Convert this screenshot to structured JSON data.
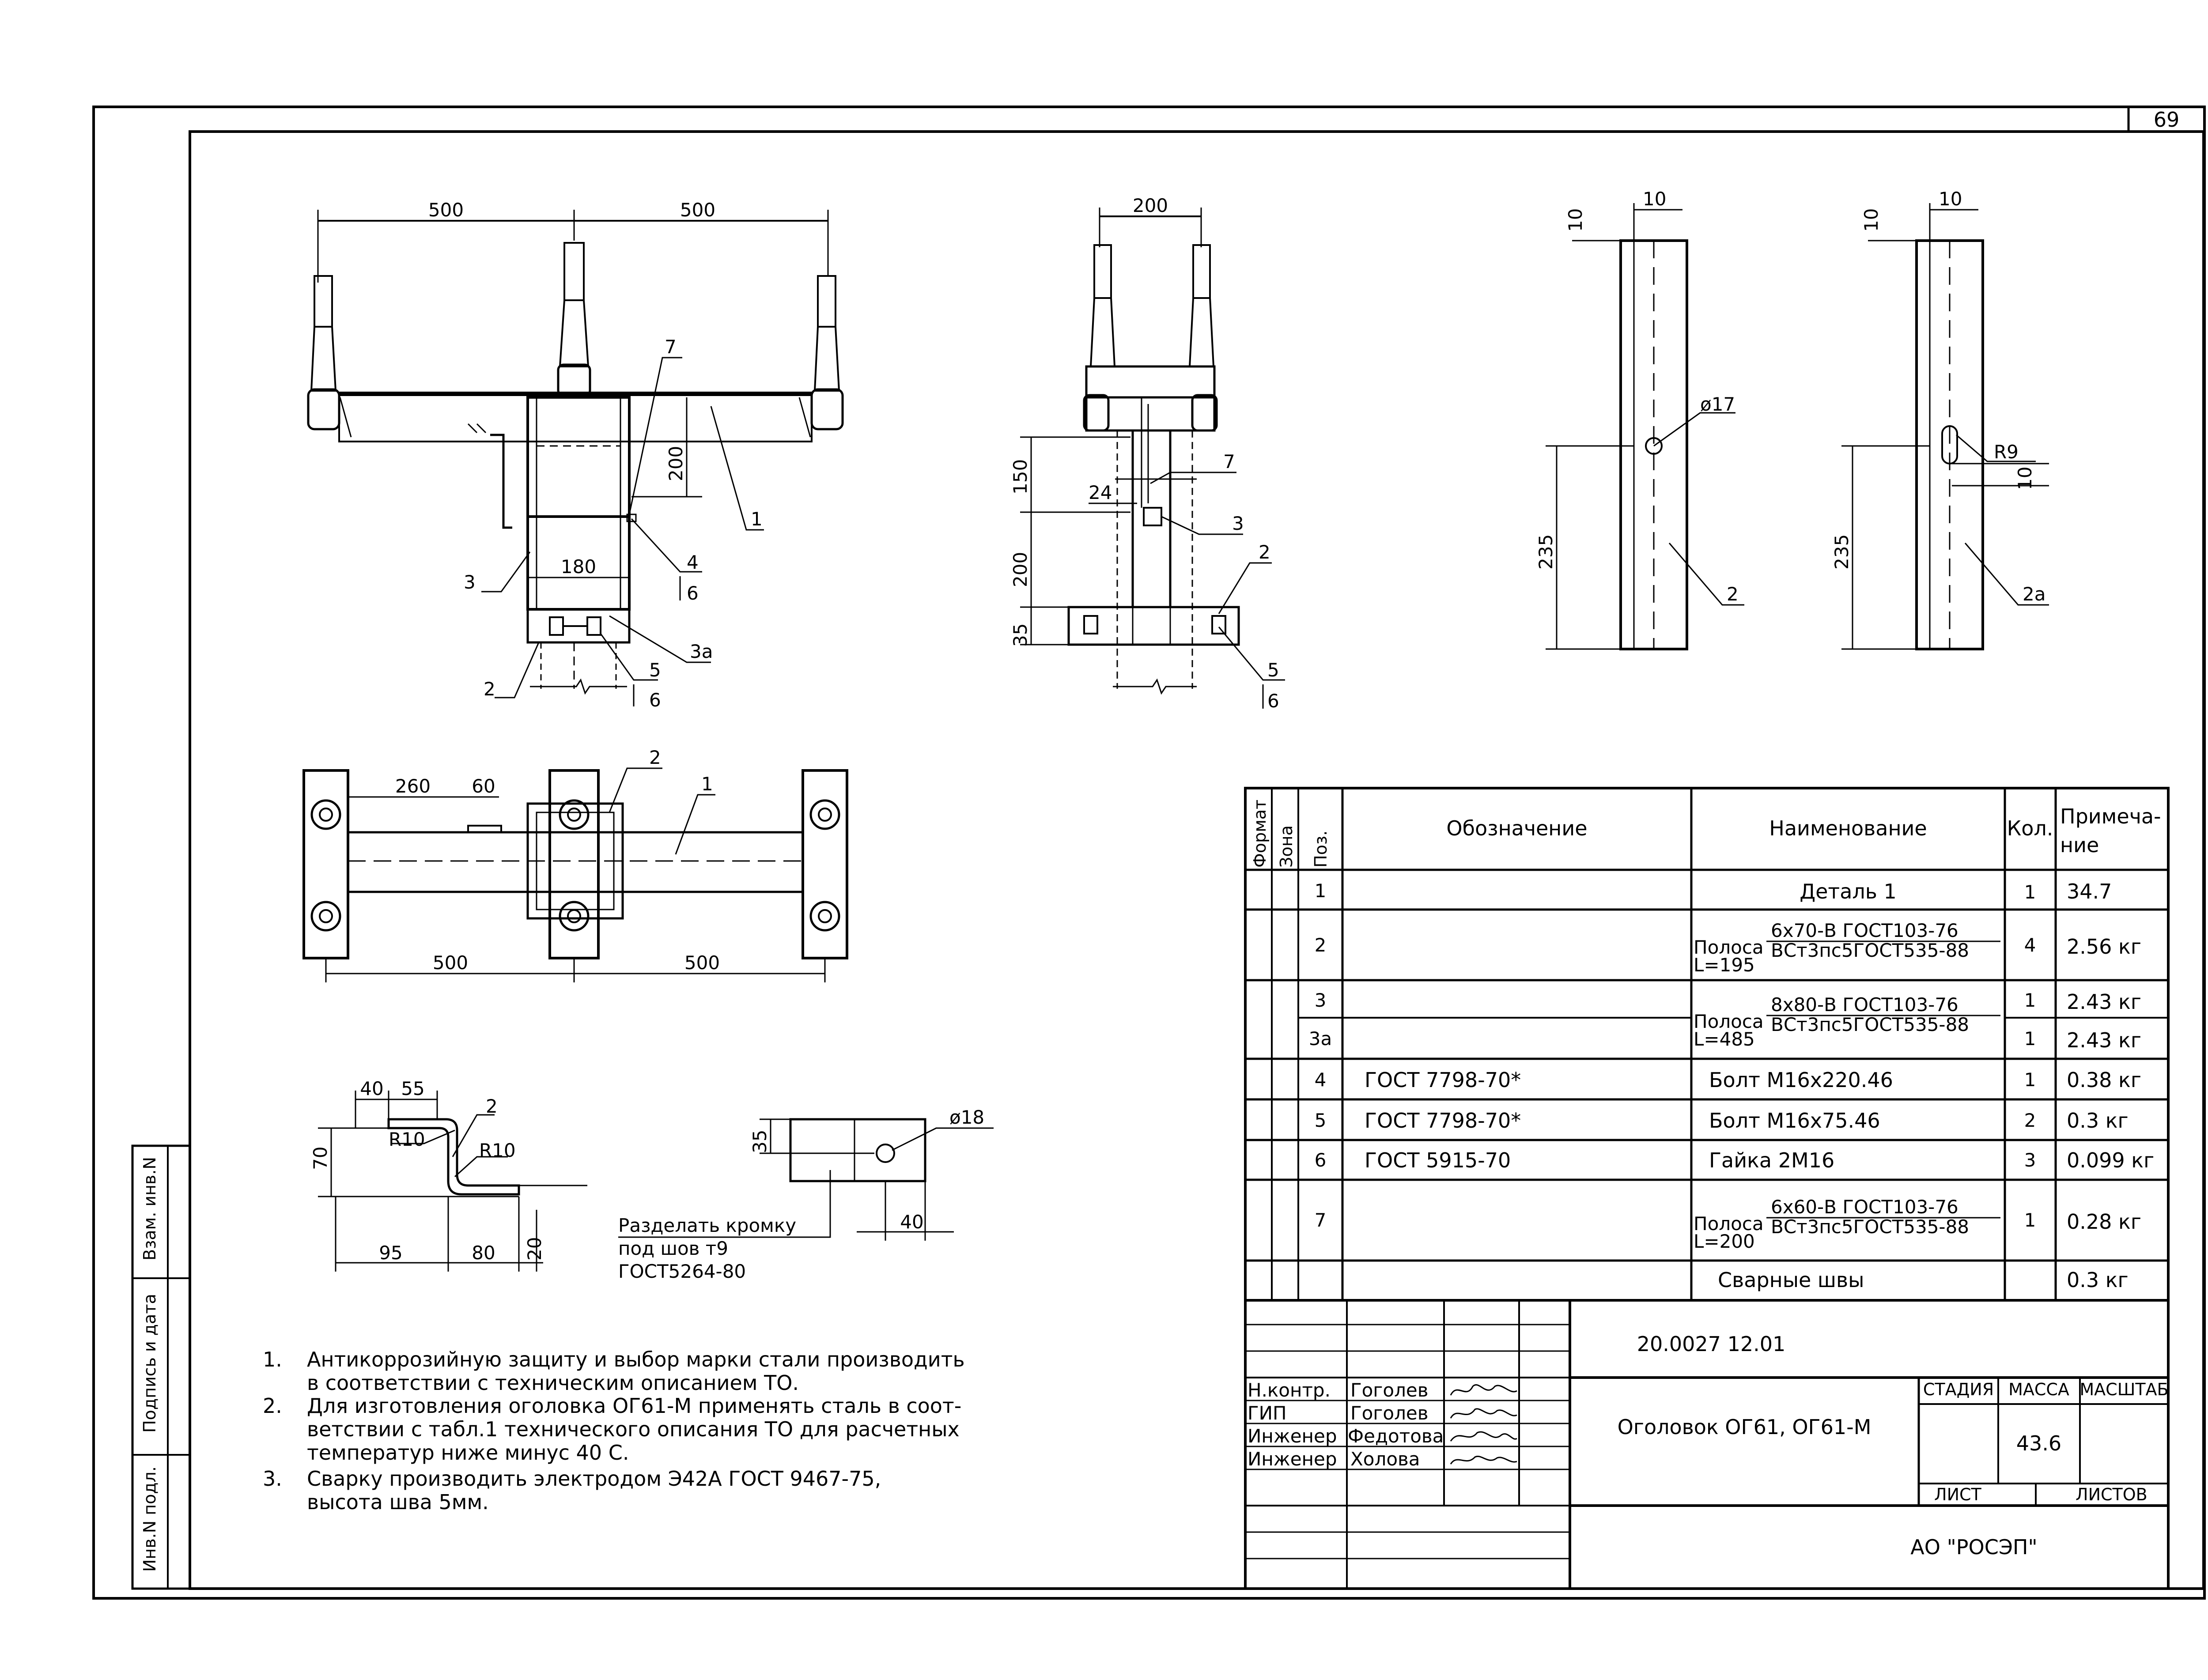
{
  "page_number": "69",
  "views": {
    "front": {
      "dim_500_left": "500",
      "dim_500_right": "500",
      "dim_200": "200",
      "dim_180": "180",
      "leaders": [
        "7",
        "1",
        "4",
        "6",
        "3",
        "3а",
        "2",
        "5",
        "6"
      ]
    },
    "side": {
      "dim_200": "200",
      "dim_150": "150",
      "dim_24": "24",
      "dim_200_lower": "200",
      "dim_35": "35",
      "leaders": [
        "7",
        "3",
        "2",
        "5",
        "6"
      ]
    },
    "part2": {
      "dim_10_top": "10",
      "dim_10_left": "10",
      "hole": "ø17",
      "dim_235": "235",
      "label": "2"
    },
    "part2a": {
      "dim_10_top": "10",
      "dim_10_left": "10",
      "slot": "R9",
      "dim_10_slot": "10",
      "dim_235": "235",
      "label": "2а"
    },
    "plan": {
      "dim_260": "260",
      "dim_60": "60",
      "dim_500_left": "500",
      "dim_500_right": "500",
      "leaders": [
        "2",
        "1"
      ]
    },
    "bend": {
      "dim_40": "40",
      "dim_55": "55",
      "dim_70": "70",
      "r1": "R10",
      "r2": "R10",
      "dim_95": "95",
      "dim_80": "80",
      "dim_20": "20",
      "label": "2"
    },
    "plate": {
      "dim_35": "35",
      "hole": "ø18",
      "dim_40": "40",
      "note_lines": [
        "Разделать кромку",
        "под шов т9",
        "ГОСТ5264-80"
      ]
    }
  },
  "notes": [
    {
      "num": "1.",
      "lines": [
        "Антикоррозийную защиту и выбор марки стали производить",
        "в соответствии с техническим описанием ТО."
      ]
    },
    {
      "num": "2.",
      "lines": [
        "Для изготовления оголовка ОГ61-М применять сталь в соот-",
        "ветствии с табл.1 технического описания ТО для расчетных",
        "температур ниже минус 40 С."
      ]
    },
    {
      "num": "3.",
      "lines": [
        "Сварку производить электродом Э42А ГОСТ 9467-75,",
        "высота шва 5мм."
      ]
    }
  ],
  "side_stamp": [
    "Взам. инв.N",
    "Подпись и дата",
    "Инв.N подл."
  ],
  "spec": {
    "headers": [
      "Формат",
      "Зона",
      "Поз.",
      "Обозначение",
      "Наименование",
      "Кол.",
      "Примеча-",
      "ние"
    ],
    "rows": [
      {
        "poz": "1",
        "oboz": "",
        "name": "Деталь 1",
        "kol": "1",
        "prim": "34.7"
      },
      {
        "poz": "2",
        "oboz": "",
        "name_top": "6х70-В ГОСТ103-76",
        "name_bot": "ВСт3пс5ГОСТ535-88",
        "name_pre": "Полоса",
        "name_len": "L=195",
        "kol": "4",
        "prim": "2.56 кг"
      },
      {
        "poz": "3",
        "oboz": "",
        "kol": "1",
        "prim": "2.43 кг"
      },
      {
        "poz": "3а",
        "oboz": "",
        "kol": "1",
        "prim": "2.43 кг"
      },
      {
        "poz": "4",
        "oboz": "ГОСТ 7798-70*",
        "name": "Болт М16х220.46",
        "kol": "1",
        "prim": "0.38 кг"
      },
      {
        "poz": "5",
        "oboz": "ГОСТ 7798-70*",
        "name": "Болт М16х75.46",
        "kol": "2",
        "prim": "0.3 кг"
      },
      {
        "poz": "6",
        "oboz": "ГОСТ 5915-70",
        "name": "Гайка 2М16",
        "kol": "3",
        "prim": "0.099 кг"
      },
      {
        "poz": "7",
        "oboz": "",
        "name_top": "6х60-В ГОСТ103-76",
        "name_bot": "ВСт3пс5ГОСТ535-88",
        "name_pre": "Полоса",
        "name_len": "L=200",
        "kol": "1",
        "prim": "0.28 кг"
      },
      {
        "poz": "",
        "oboz": "",
        "name": "Сварные швы",
        "kol": "",
        "prim": "0.3 кг"
      }
    ],
    "row3_name_top": "8х80-В ГОСТ103-76",
    "row3_name_bot": "ВСт3пс5ГОСТ535-88",
    "row3_name_pre": "Полоса",
    "row3_name_len": "L=485"
  },
  "title_block": {
    "doc_number": "20.0027 12.01",
    "title": "Оголовок ОГ61, ОГ61-М",
    "stage_label": "СТАДИЯ",
    "mass_label": "МАССА",
    "scale_label": "МАСШТАБ",
    "mass_value": "43.6",
    "sheet_label": "ЛИСТ",
    "sheets_label": "ЛИСТОВ",
    "organization": "АО \"РОСЭП\"",
    "signers": [
      {
        "role": "Н.контр.",
        "name": "Гоголев"
      },
      {
        "role": "ГИП",
        "name": "Гоголев"
      },
      {
        "role": "Инженер",
        "name": "Федотова"
      },
      {
        "role": "Инженер",
        "name": "Холова"
      }
    ]
  }
}
